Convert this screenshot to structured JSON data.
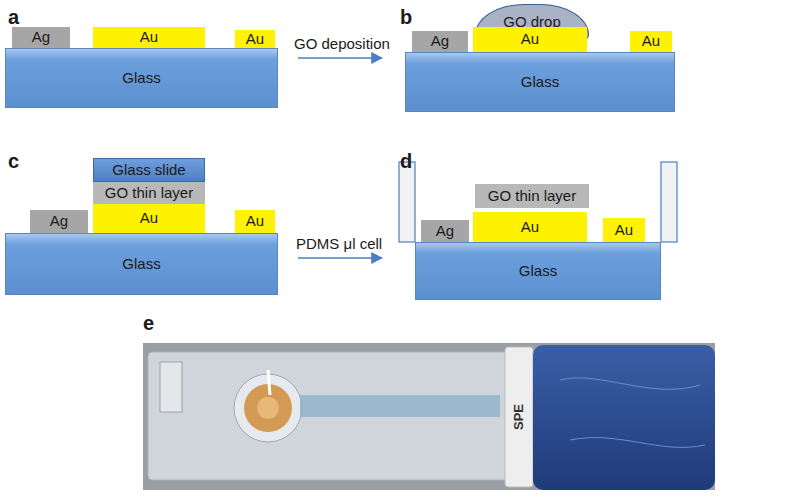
{
  "diagram": {
    "nodes": [
      {
        "text": [
          "Ag"
        ]
      },
      {
        "text": [
          "Au"
        ]
      },
      {
        "text": [
          "Au"
        ]
      },
      {
        "text": [
          "Glass"
        ]
      },
      {
        "text": [
          "GO drop"
        ]
      },
      {
        "text": [
          "Ag"
        ]
      },
      {
        "text": [
          "Au"
        ]
      },
      {
        "text": [
          "Au"
        ]
      },
      {
        "text": [
          "Glass"
        ]
      },
      {
        "text": [
          "Glass slide"
        ]
      },
      {
        "text": [
          "GO thin layer"
        ]
      },
      {
        "text": [
          "Ag"
        ]
      },
      {
        "text": [
          "Au"
        ]
      },
      {
        "text": [
          "Au"
        ]
      },
      {
        "text": [
          "Glass"
        ]
      },
      {
        "text": [
          "GO thin layer"
        ]
      },
      {
        "text": [
          "Ag"
        ]
      },
      {
        "text": [
          "Au"
        ]
      },
      {
        "text": [
          "Au"
        ]
      },
      {
        "text": [
          "Glass"
        ]
      }
    ],
    "labels": [
      "a",
      "b",
      "c",
      "d",
      "e",
      "GO deposition",
      "PDMS μl cell",
      "SPE"
    ]
  }
}
